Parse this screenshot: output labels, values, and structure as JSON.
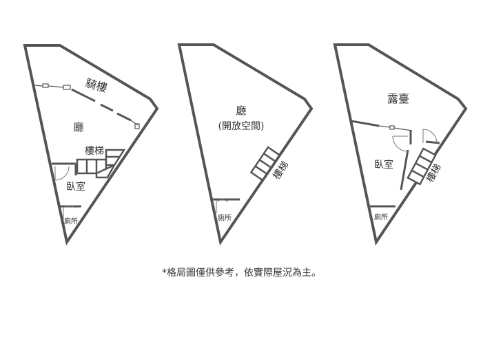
{
  "plans": [
    {
      "rooms": {
        "arcade": "騎樓",
        "hall": "廳",
        "stairs": "樓梯",
        "bedroom": "臥室",
        "toilet": "廁所"
      }
    },
    {
      "rooms": {
        "hall": "廳",
        "hall_note": "(開放空間)",
        "stairs": "樓梯",
        "toilet": "廁所"
      }
    },
    {
      "rooms": {
        "terrace": "露臺",
        "bedroom": "臥室",
        "stairs": "樓梯",
        "toilet": "廁所"
      }
    }
  ],
  "footnote": "*格局圖僅供參考，依實際屋況為主。"
}
